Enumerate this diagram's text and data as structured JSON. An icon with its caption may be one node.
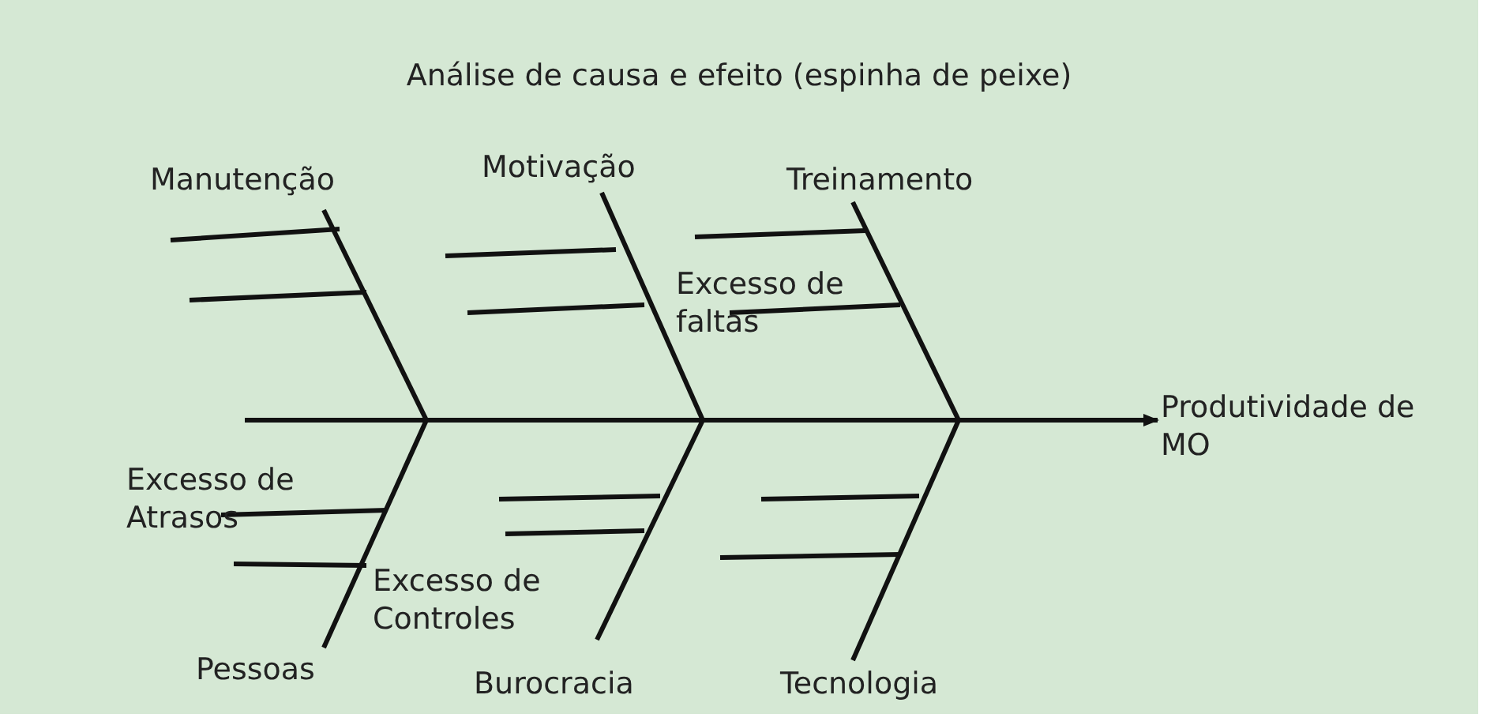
{
  "diagram": {
    "title": "Análise de causa e efeito (espinha de peixe)",
    "nodes": [
      {
        "text": [
          "Manutenção"
        ]
      },
      {
        "text": [
          "Motivação"
        ]
      },
      {
        "text": [
          "Treinamento"
        ]
      },
      {
        "text": [
          "Pessoas"
        ]
      },
      {
        "text": [
          "Burocracia"
        ]
      },
      {
        "text": [
          "Tecnologia"
        ]
      },
      {
        "text": [
          "Produtividade de MO"
        ]
      },
      {
        "text": [
          "Excesso de faltas"
        ]
      },
      {
        "text": [
          "Excesso de Atrasos"
        ]
      },
      {
        "text": [
          "Excesso de Controles"
        ]
      }
    ],
    "edges": [
      {
        "from": 0,
        "to": null,
        "arrow": "none"
      },
      {
        "from": 1,
        "to": null,
        "arrow": "none"
      },
      {
        "from": 2,
        "to": null,
        "arrow": "none"
      },
      {
        "from": 3,
        "to": null,
        "arrow": "none"
      },
      {
        "from": 4,
        "to": null,
        "arrow": "none"
      },
      {
        "from": 5,
        "to": null,
        "arrow": "none"
      },
      {
        "from": null,
        "to": 6,
        "arrow": "to"
      },
      {
        "from": 7,
        "to": null,
        "arrow": "none"
      },
      {
        "from": 8,
        "to": null,
        "arrow": "none"
      },
      {
        "from": 9,
        "to": null,
        "arrow": "none"
      }
    ]
  }
}
